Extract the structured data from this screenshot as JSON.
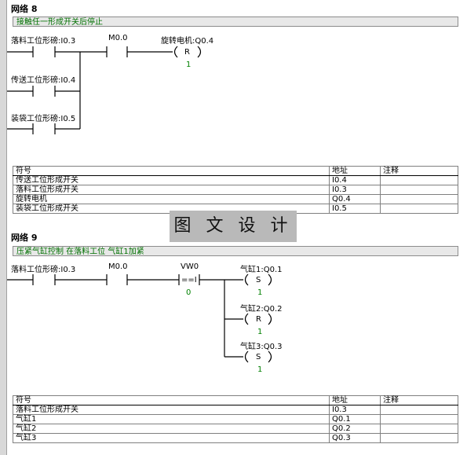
{
  "network8": {
    "title": "网络 8",
    "comment": "接触任一形成开关后停止",
    "contacts": {
      "c1": "落料工位形磅:I0.3",
      "c2": "M0.0",
      "c3": "传送工位形磅:I0.4",
      "c4": "装袋工位形磅:I0.5"
    },
    "coil": {
      "label": "旋转电机:Q0.4",
      "type": "R",
      "count": "1"
    },
    "table": {
      "headers": [
        "符号",
        "地址",
        "注释"
      ],
      "rows": [
        [
          "传送工位形成开关",
          "I0.4",
          ""
        ],
        [
          "落料工位形成开关",
          "I0.3",
          ""
        ],
        [
          "旋转电机",
          "Q0.4",
          ""
        ],
        [
          "装袋工位形成开关",
          "I0.5",
          ""
        ]
      ]
    }
  },
  "network9": {
    "title": "网络 9",
    "comment": "压紧气缸控制 在落料工位 气缸1加紧",
    "contacts": {
      "c1": "落料工位形磅:I0.3",
      "c2": "M0.0",
      "compare_label": "VW0",
      "compare_op": "==I",
      "compare_value": "0"
    },
    "coils": [
      {
        "label": "气缸1:Q0.1",
        "type": "S",
        "count": "1"
      },
      {
        "label": "气缸2:Q0.2",
        "type": "R",
        "count": "1"
      },
      {
        "label": "气缸3:Q0.3",
        "type": "S",
        "count": "1"
      }
    ],
    "table": {
      "headers": [
        "符号",
        "地址",
        "注释"
      ],
      "rows": [
        [
          "落料工位形成开关",
          "I0.3",
          ""
        ],
        [
          "气缸1",
          "Q0.1",
          ""
        ],
        [
          "气缸2",
          "Q0.2",
          ""
        ],
        [
          "气缸3",
          "Q0.3",
          ""
        ]
      ]
    }
  },
  "watermark": "图 文 设 计"
}
